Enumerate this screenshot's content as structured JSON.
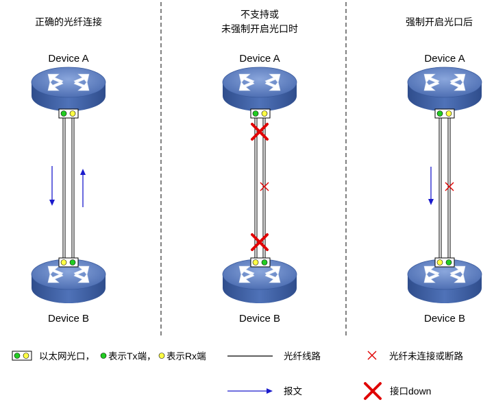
{
  "panels": [
    {
      "caption_lines": [
        "正确的光纤连接"
      ],
      "device_top": "Device A",
      "device_bottom": "Device B"
    },
    {
      "caption_lines": [
        "不支持或",
        "未强制开启光口时"
      ],
      "device_top": "Device A",
      "device_bottom": "Device B"
    },
    {
      "caption_lines": [
        "强制开启光口后"
      ],
      "device_top": "Device A",
      "device_bottom": "Device B"
    }
  ],
  "legend": {
    "port_a": "以太网光口，",
    "port_b": "表示",
    "port_tx": "Tx",
    "port_c": "端，",
    "port_d": "表示",
    "port_rx": "Rx",
    "port_e": "端",
    "fiber_line": "光纤线路",
    "fiber_break": "光纤未连接或断路",
    "packet": "报文",
    "port_down_cn": "接口",
    "port_down_en": "down"
  },
  "colors": {
    "router_top": "#5a7bbf",
    "router_side": "#3a5a9c",
    "tx_led": "#22cc22",
    "rx_led": "#ffff44",
    "arrow": "#1a1acc",
    "cross": "#e00000"
  }
}
